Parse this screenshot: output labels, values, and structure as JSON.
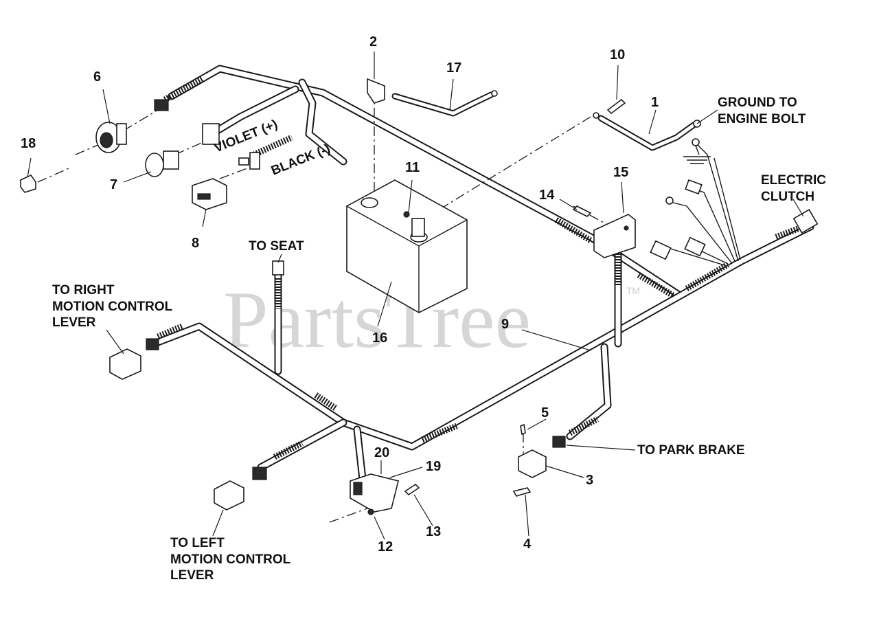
{
  "watermark": {
    "text": "PartsTree",
    "mark": "TM"
  },
  "callouts": [
    "1",
    "2",
    "3",
    "4",
    "5",
    "6",
    "7",
    "8",
    "9",
    "10",
    "11",
    "12",
    "13",
    "14",
    "15",
    "16",
    "17",
    "18",
    "19",
    "20"
  ],
  "labels": {
    "ground_line1": "GROUND TO",
    "ground_line2": "ENGINE BOLT",
    "electric_line1": "ELECTRIC",
    "electric_line2": "CLUTCH",
    "violet": "VIOLET (+)",
    "black": "BLACK (-)",
    "to_seat": "TO SEAT",
    "right_line1": "TO RIGHT",
    "right_line2": "MOTION CONTROL",
    "right_line3": "LEVER",
    "left_line1": "TO LEFT",
    "left_line2": "MOTION CONTROL",
    "left_line3": "LEVER",
    "park_brake": "TO PARK BRAKE"
  }
}
